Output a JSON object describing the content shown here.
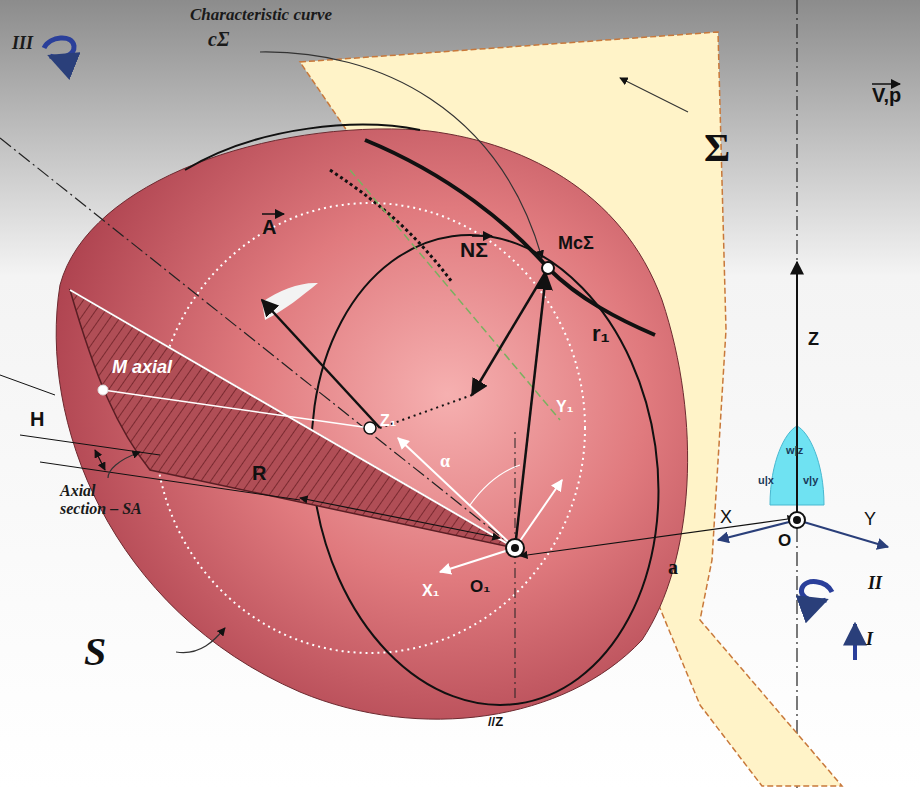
{
  "diagram": {
    "labels": [
      "Characteristic curve",
      "cΣ",
      "III",
      "A",
      "NΣ",
      "McΣ",
      "Σ",
      "V,p",
      "r₁",
      "Z",
      "M axial",
      "Z₁",
      "α",
      "Y₁",
      "w|z",
      "u|x",
      "v|y",
      "X",
      "Y",
      "O",
      "H",
      "R",
      "Axial section – SA",
      "X₁",
      "O₁",
      "a",
      "II",
      "I",
      "S",
      "//Z"
    ]
  }
}
